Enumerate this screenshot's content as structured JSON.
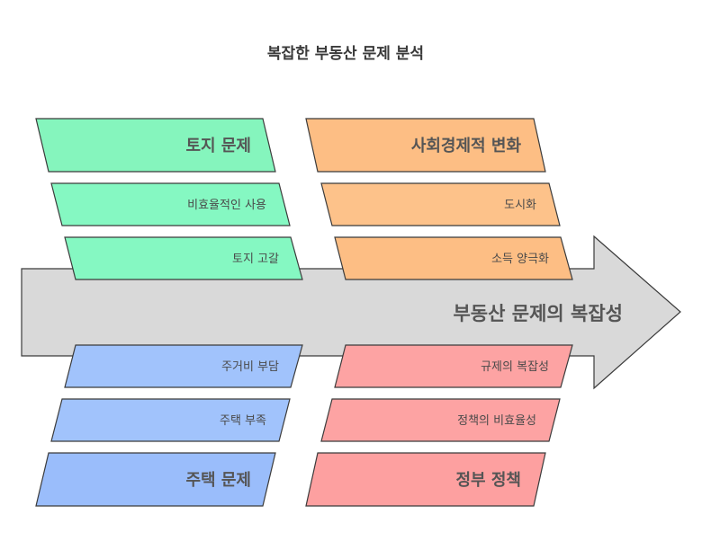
{
  "title": "복잡한 부동산 문제 분석",
  "spine": {
    "label": "부동산 문제의 복잡성"
  },
  "colors": {
    "spine_fill": "#d9d9d9",
    "green": "#85f5bd",
    "green_light": "#85f8c2",
    "orange": "#fdbe84",
    "orange_light": "#fdc28a",
    "blue": "#9abdfb",
    "blue_light": "#a1c3fc",
    "red": "#fda0a0",
    "red_light": "#fda3a3"
  },
  "categories": {
    "land": {
      "header": "토지 문제",
      "items": [
        "비효율적인 사용",
        "토지 고갈"
      ]
    },
    "social": {
      "header": "사회경제적 변화",
      "items": [
        "도시화",
        "소득 양극화"
      ]
    },
    "housing": {
      "header": "주택 문제",
      "items": [
        "주거비 부담",
        "주택 부족"
      ]
    },
    "policy": {
      "header": "정부 정책",
      "items": [
        "규제의 복잡성",
        "정책의 비효율성"
      ]
    }
  }
}
